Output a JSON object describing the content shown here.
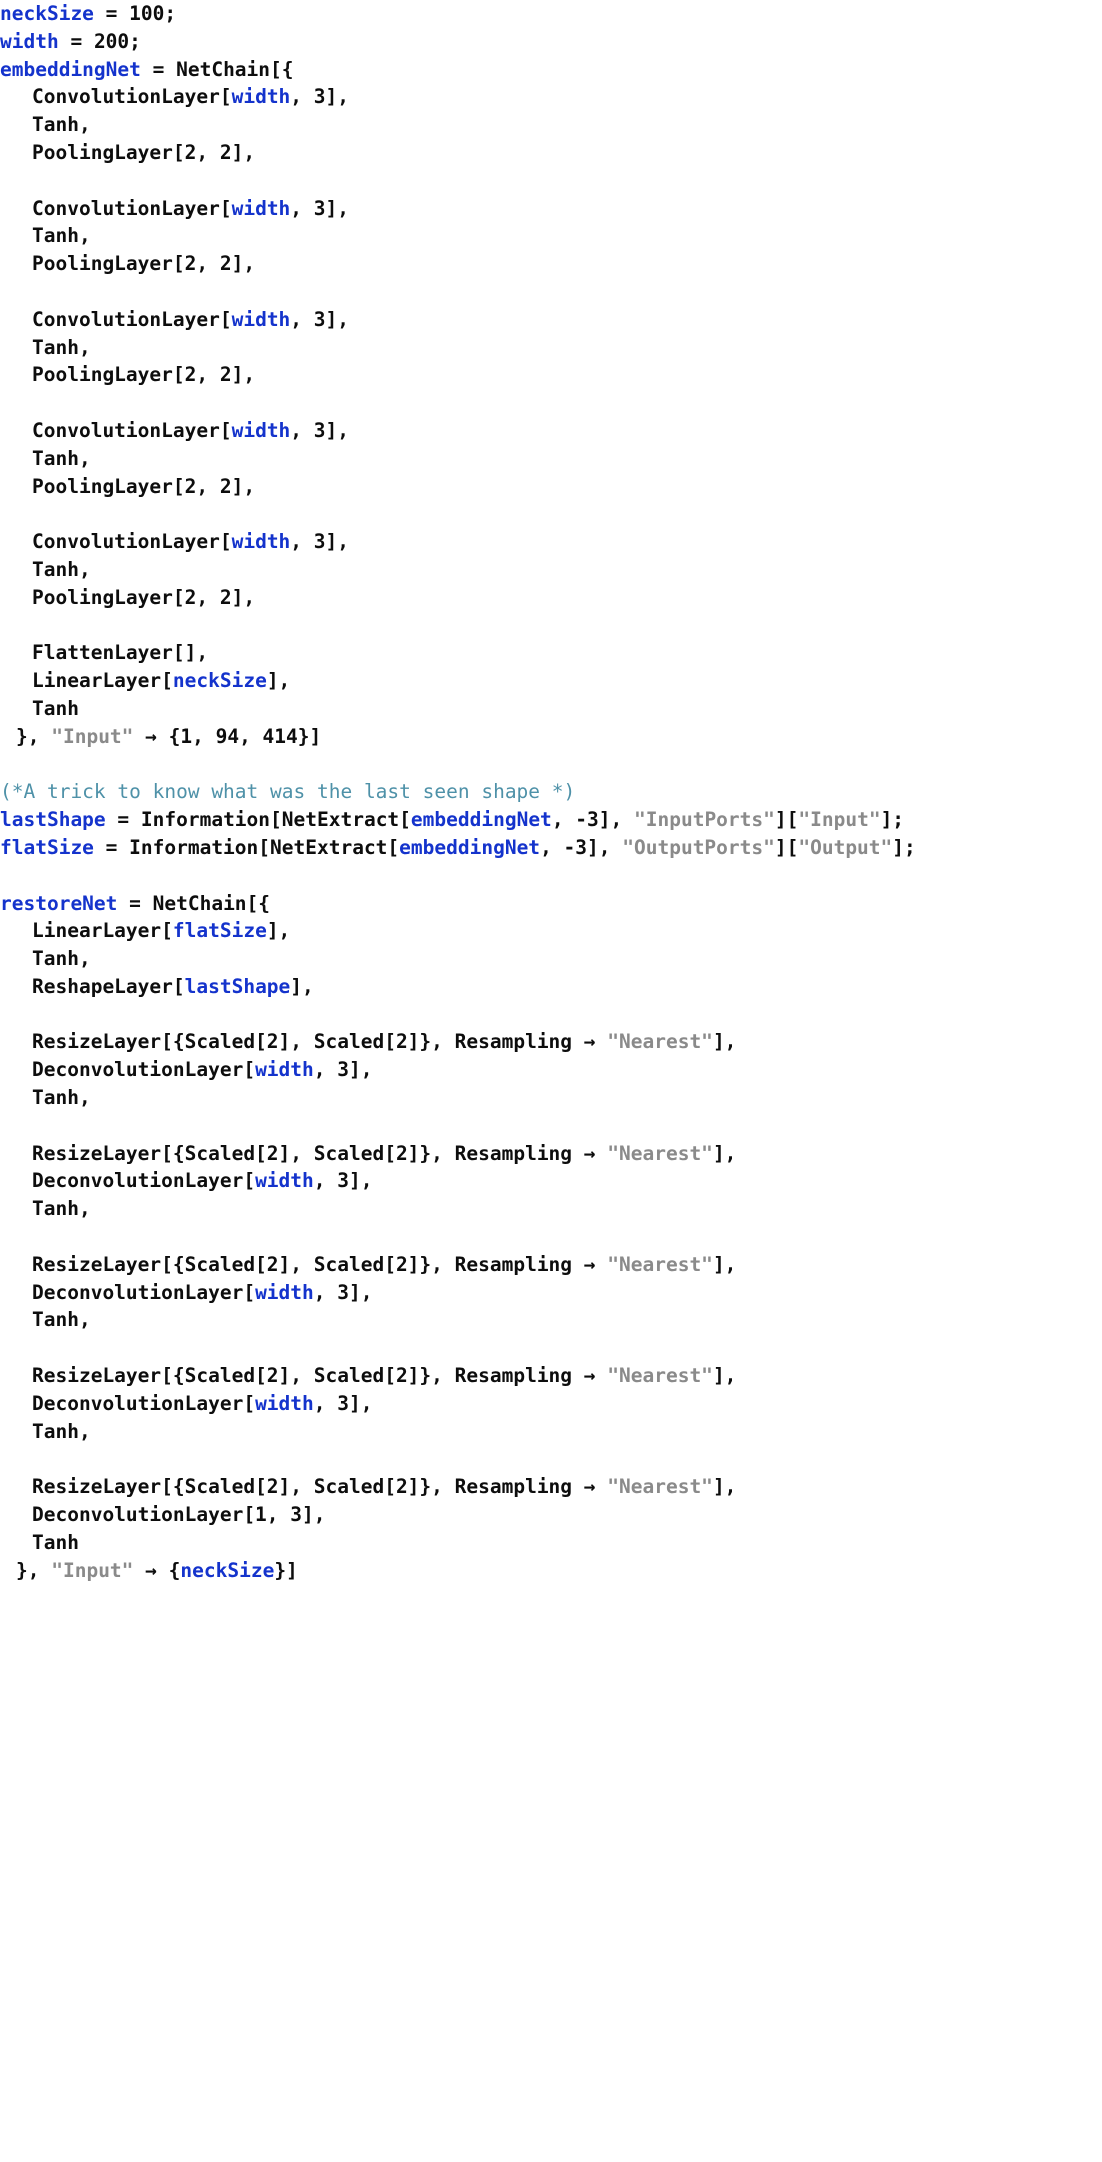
{
  "document": {
    "kind": "wolfram-language-code-listing",
    "colors": {
      "background": "#ffffff",
      "symbol_blue": "#1433CC",
      "string_gray": "#8a8a8a",
      "comment_teal": "#4e91a8",
      "plain_black": "#0d0d0d"
    }
  },
  "code_lines": [
    {
      "indent": 0,
      "tokens": [
        {
          "t": "neckSize",
          "c": "var-def"
        },
        {
          "t": " = ",
          "c": "plain"
        },
        {
          "t": "100;",
          "c": "plain"
        }
      ]
    },
    {
      "indent": 0,
      "tokens": [
        {
          "t": "width",
          "c": "var-def"
        },
        {
          "t": " = ",
          "c": "plain"
        },
        {
          "t": "200;",
          "c": "plain"
        }
      ]
    },
    {
      "indent": 0,
      "tokens": [
        {
          "t": "embeddingNet",
          "c": "var-def"
        },
        {
          "t": " = NetChain[{",
          "c": "plain"
        }
      ]
    },
    {
      "indent": 2,
      "tokens": [
        {
          "t": "ConvolutionLayer[",
          "c": "plain"
        },
        {
          "t": "width",
          "c": "var-use"
        },
        {
          "t": ", 3],",
          "c": "plain"
        }
      ]
    },
    {
      "indent": 2,
      "tokens": [
        {
          "t": "Tanh,",
          "c": "plain"
        }
      ]
    },
    {
      "indent": 2,
      "tokens": [
        {
          "t": "PoolingLayer[2, 2],",
          "c": "plain"
        }
      ]
    },
    {
      "indent": 0,
      "tokens": []
    },
    {
      "indent": 2,
      "tokens": [
        {
          "t": "ConvolutionLayer[",
          "c": "plain"
        },
        {
          "t": "width",
          "c": "var-use"
        },
        {
          "t": ", 3],",
          "c": "plain"
        }
      ]
    },
    {
      "indent": 2,
      "tokens": [
        {
          "t": "Tanh,",
          "c": "plain"
        }
      ]
    },
    {
      "indent": 2,
      "tokens": [
        {
          "t": "PoolingLayer[2, 2],",
          "c": "plain"
        }
      ]
    },
    {
      "indent": 0,
      "tokens": []
    },
    {
      "indent": 2,
      "tokens": [
        {
          "t": "ConvolutionLayer[",
          "c": "plain"
        },
        {
          "t": "width",
          "c": "var-use"
        },
        {
          "t": ", 3],",
          "c": "plain"
        }
      ]
    },
    {
      "indent": 2,
      "tokens": [
        {
          "t": "Tanh,",
          "c": "plain"
        }
      ]
    },
    {
      "indent": 2,
      "tokens": [
        {
          "t": "PoolingLayer[2, 2],",
          "c": "plain"
        }
      ]
    },
    {
      "indent": 0,
      "tokens": []
    },
    {
      "indent": 2,
      "tokens": [
        {
          "t": "ConvolutionLayer[",
          "c": "plain"
        },
        {
          "t": "width",
          "c": "var-use"
        },
        {
          "t": ", 3],",
          "c": "plain"
        }
      ]
    },
    {
      "indent": 2,
      "tokens": [
        {
          "t": "Tanh,",
          "c": "plain"
        }
      ]
    },
    {
      "indent": 2,
      "tokens": [
        {
          "t": "PoolingLayer[2, 2],",
          "c": "plain"
        }
      ]
    },
    {
      "indent": 0,
      "tokens": []
    },
    {
      "indent": 2,
      "tokens": [
        {
          "t": "ConvolutionLayer[",
          "c": "plain"
        },
        {
          "t": "width",
          "c": "var-use"
        },
        {
          "t": ", 3],",
          "c": "plain"
        }
      ]
    },
    {
      "indent": 2,
      "tokens": [
        {
          "t": "Tanh,",
          "c": "plain"
        }
      ]
    },
    {
      "indent": 2,
      "tokens": [
        {
          "t": "PoolingLayer[2, 2],",
          "c": "plain"
        }
      ]
    },
    {
      "indent": 0,
      "tokens": []
    },
    {
      "indent": 2,
      "tokens": [
        {
          "t": "FlattenLayer[],",
          "c": "plain"
        }
      ]
    },
    {
      "indent": 2,
      "tokens": [
        {
          "t": "LinearLayer[",
          "c": "plain"
        },
        {
          "t": "neckSize",
          "c": "var-use"
        },
        {
          "t": "],",
          "c": "plain"
        }
      ]
    },
    {
      "indent": 2,
      "tokens": [
        {
          "t": "Tanh",
          "c": "plain"
        }
      ]
    },
    {
      "indent": 1,
      "tokens": [
        {
          "t": "}, ",
          "c": "plain"
        },
        {
          "t": "\"Input\"",
          "c": "str"
        },
        {
          "t": " → {1, 94, 414}]",
          "c": "plain"
        }
      ]
    },
    {
      "indent": 0,
      "tokens": []
    },
    {
      "indent": 0,
      "tokens": [
        {
          "t": "(*A trick to know what was the last seen shape *)",
          "c": "comment"
        }
      ]
    },
    {
      "indent": 0,
      "tokens": [
        {
          "t": "lastShape",
          "c": "var-def"
        },
        {
          "t": " = Information[NetExtract[",
          "c": "plain"
        },
        {
          "t": "embeddingNet",
          "c": "var-use"
        },
        {
          "t": ", -3], ",
          "c": "plain"
        },
        {
          "t": "\"InputPorts\"",
          "c": "str"
        },
        {
          "t": "][",
          "c": "plain"
        },
        {
          "t": "\"Input\"",
          "c": "str"
        },
        {
          "t": "];",
          "c": "plain"
        }
      ]
    },
    {
      "indent": 0,
      "tokens": [
        {
          "t": "flatSize",
          "c": "var-def"
        },
        {
          "t": " = Information[NetExtract[",
          "c": "plain"
        },
        {
          "t": "embeddingNet",
          "c": "var-use"
        },
        {
          "t": ", -3], ",
          "c": "plain"
        },
        {
          "t": "\"OutputPorts\"",
          "c": "str"
        },
        {
          "t": "][",
          "c": "plain"
        },
        {
          "t": "\"Output\"",
          "c": "str"
        },
        {
          "t": "];",
          "c": "plain"
        }
      ]
    },
    {
      "indent": 0,
      "tokens": []
    },
    {
      "indent": 0,
      "tokens": [
        {
          "t": "restoreNet",
          "c": "var-def"
        },
        {
          "t": " = NetChain[{",
          "c": "plain"
        }
      ]
    },
    {
      "indent": 2,
      "tokens": [
        {
          "t": "LinearLayer[",
          "c": "plain"
        },
        {
          "t": "flatSize",
          "c": "var-use"
        },
        {
          "t": "],",
          "c": "plain"
        }
      ]
    },
    {
      "indent": 2,
      "tokens": [
        {
          "t": "Tanh,",
          "c": "plain"
        }
      ]
    },
    {
      "indent": 2,
      "tokens": [
        {
          "t": "ReshapeLayer[",
          "c": "plain"
        },
        {
          "t": "lastShape",
          "c": "var-use"
        },
        {
          "t": "],",
          "c": "plain"
        }
      ]
    },
    {
      "indent": 0,
      "tokens": []
    },
    {
      "indent": 2,
      "tokens": [
        {
          "t": "ResizeLayer[{Scaled[2], Scaled[2]}, Resampling → ",
          "c": "plain"
        },
        {
          "t": "\"Nearest\"",
          "c": "str"
        },
        {
          "t": "],",
          "c": "plain"
        }
      ]
    },
    {
      "indent": 2,
      "tokens": [
        {
          "t": "DeconvolutionLayer[",
          "c": "plain"
        },
        {
          "t": "width",
          "c": "var-use"
        },
        {
          "t": ", 3],",
          "c": "plain"
        }
      ]
    },
    {
      "indent": 2,
      "tokens": [
        {
          "t": "Tanh,",
          "c": "plain"
        }
      ]
    },
    {
      "indent": 0,
      "tokens": []
    },
    {
      "indent": 2,
      "tokens": [
        {
          "t": "ResizeLayer[{Scaled[2], Scaled[2]}, Resampling → ",
          "c": "plain"
        },
        {
          "t": "\"Nearest\"",
          "c": "str"
        },
        {
          "t": "],",
          "c": "plain"
        }
      ]
    },
    {
      "indent": 2,
      "tokens": [
        {
          "t": "DeconvolutionLayer[",
          "c": "plain"
        },
        {
          "t": "width",
          "c": "var-use"
        },
        {
          "t": ", 3],",
          "c": "plain"
        }
      ]
    },
    {
      "indent": 2,
      "tokens": [
        {
          "t": "Tanh,",
          "c": "plain"
        }
      ]
    },
    {
      "indent": 0,
      "tokens": []
    },
    {
      "indent": 2,
      "tokens": [
        {
          "t": "ResizeLayer[{Scaled[2], Scaled[2]}, Resampling → ",
          "c": "plain"
        },
        {
          "t": "\"Nearest\"",
          "c": "str"
        },
        {
          "t": "],",
          "c": "plain"
        }
      ]
    },
    {
      "indent": 2,
      "tokens": [
        {
          "t": "DeconvolutionLayer[",
          "c": "plain"
        },
        {
          "t": "width",
          "c": "var-use"
        },
        {
          "t": ", 3],",
          "c": "plain"
        }
      ]
    },
    {
      "indent": 2,
      "tokens": [
        {
          "t": "Tanh,",
          "c": "plain"
        }
      ]
    },
    {
      "indent": 0,
      "tokens": []
    },
    {
      "indent": 2,
      "tokens": [
        {
          "t": "ResizeLayer[{Scaled[2], Scaled[2]}, Resampling → ",
          "c": "plain"
        },
        {
          "t": "\"Nearest\"",
          "c": "str"
        },
        {
          "t": "],",
          "c": "plain"
        }
      ]
    },
    {
      "indent": 2,
      "tokens": [
        {
          "t": "DeconvolutionLayer[",
          "c": "plain"
        },
        {
          "t": "width",
          "c": "var-use"
        },
        {
          "t": ", 3],",
          "c": "plain"
        }
      ]
    },
    {
      "indent": 2,
      "tokens": [
        {
          "t": "Tanh,",
          "c": "plain"
        }
      ]
    },
    {
      "indent": 0,
      "tokens": []
    },
    {
      "indent": 2,
      "tokens": [
        {
          "t": "ResizeLayer[{Scaled[2], Scaled[2]}, Resampling → ",
          "c": "plain"
        },
        {
          "t": "\"Nearest\"",
          "c": "str"
        },
        {
          "t": "],",
          "c": "plain"
        }
      ]
    },
    {
      "indent": 2,
      "tokens": [
        {
          "t": "DeconvolutionLayer[1, 3],",
          "c": "plain"
        }
      ]
    },
    {
      "indent": 2,
      "tokens": [
        {
          "t": "Tanh",
          "c": "plain"
        }
      ]
    },
    {
      "indent": 1,
      "tokens": [
        {
          "t": "}, ",
          "c": "plain"
        },
        {
          "t": "\"Input\"",
          "c": "str"
        },
        {
          "t": " → {",
          "c": "plain"
        },
        {
          "t": "neckSize",
          "c": "var-use"
        },
        {
          "t": "}]",
          "c": "plain"
        }
      ]
    }
  ]
}
